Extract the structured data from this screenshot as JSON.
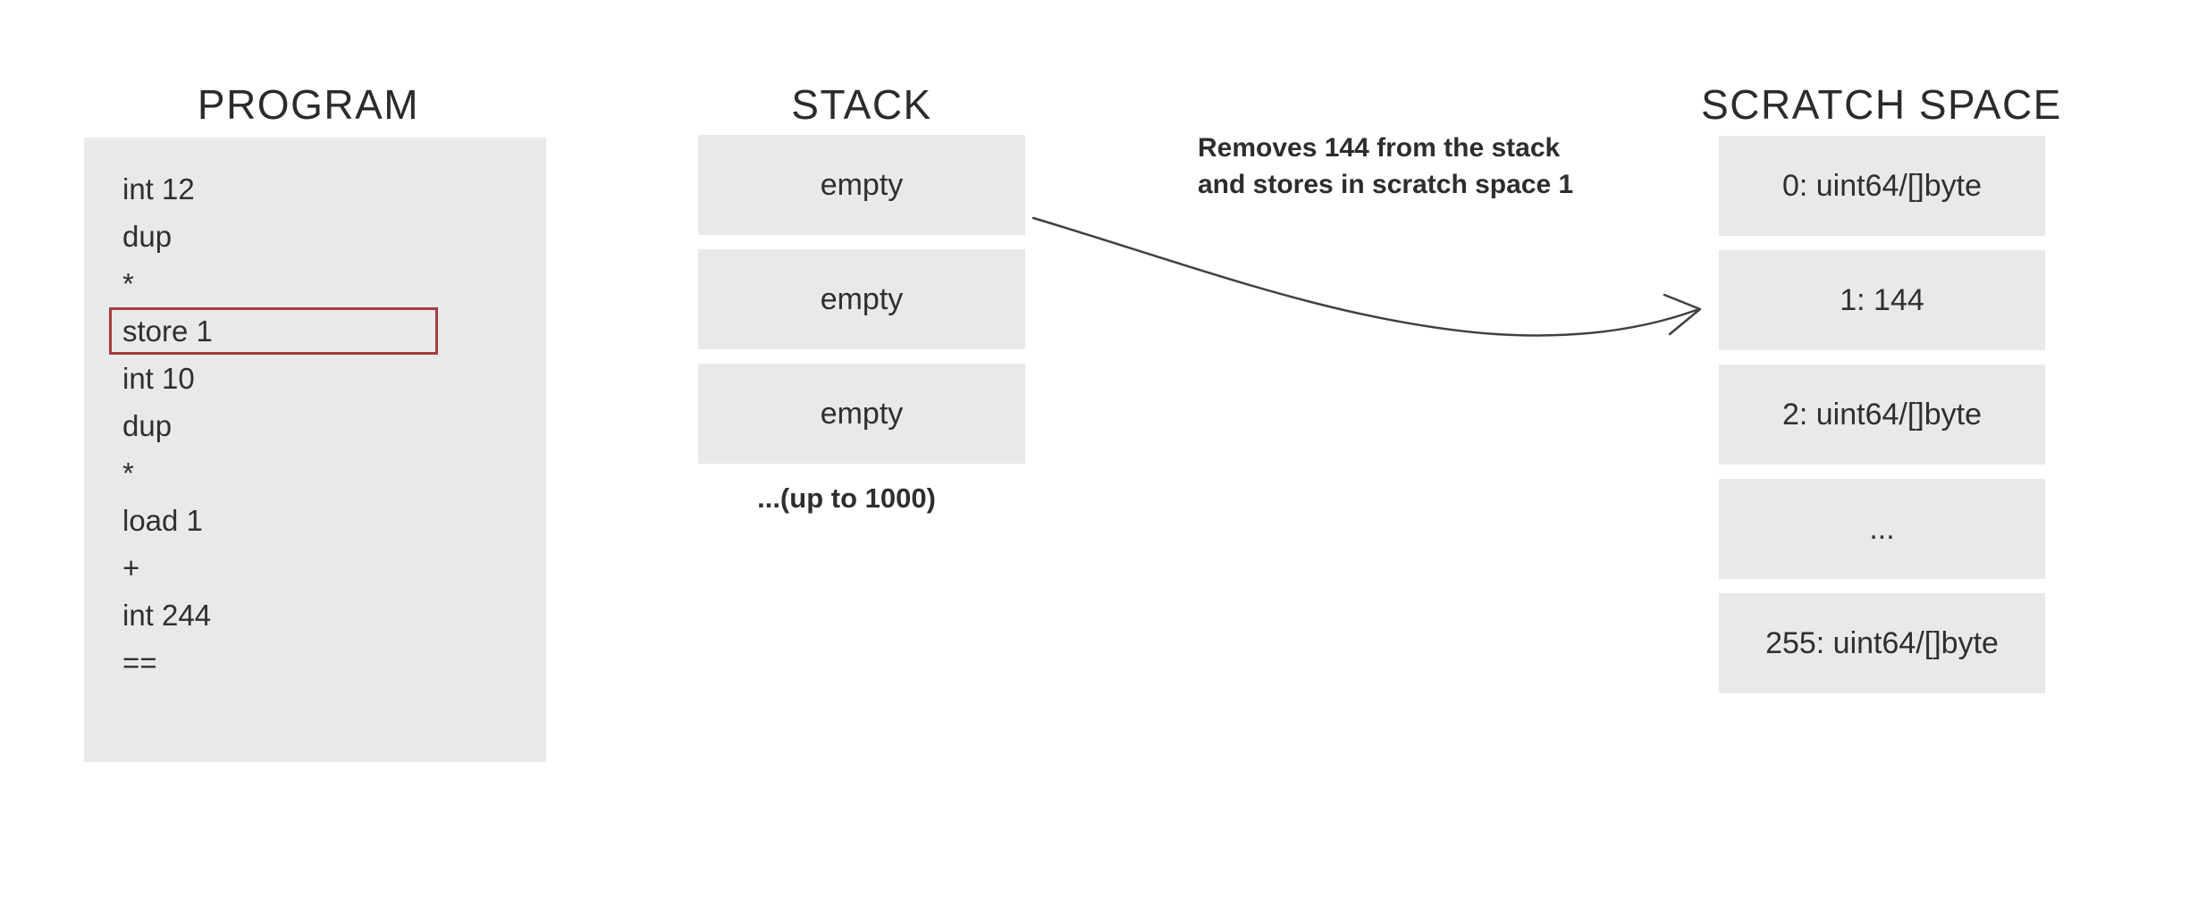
{
  "colors": {
    "bg": "#ffffff",
    "box": "#e8e9ea",
    "text": "#2f2f30",
    "title": "#2b2b2c",
    "red": "#a63b3f",
    "arrow": "#404040"
  },
  "program": {
    "title": "PROGRAM",
    "lines": [
      {
        "text": "int 12",
        "highlighted": false
      },
      {
        "text": "dup",
        "highlighted": false
      },
      {
        "text": "*",
        "highlighted": false
      },
      {
        "text": "store 1",
        "highlighted": true
      },
      {
        "text": "int 10",
        "highlighted": false
      },
      {
        "text": "dup",
        "highlighted": false
      },
      {
        "text": "*",
        "highlighted": false
      },
      {
        "text": "load 1",
        "highlighted": false
      },
      {
        "text": "+",
        "highlighted": false
      },
      {
        "text": "int 244",
        "highlighted": false
      },
      {
        "text": "==",
        "highlighted": false
      }
    ]
  },
  "stack": {
    "title": "STACK",
    "slots": [
      "empty",
      "empty",
      "empty"
    ],
    "caption": "...(up to 1000)"
  },
  "annotation": {
    "lines": [
      "Removes 144 from the stack",
      "and stores in scratch space 1"
    ]
  },
  "scratch": {
    "title": "SCRATCH SPACE",
    "slots": [
      "0: uint64/[]byte",
      "1: 144",
      "2: uint64/[]byte",
      "...",
      "255: uint64/[]byte"
    ]
  }
}
